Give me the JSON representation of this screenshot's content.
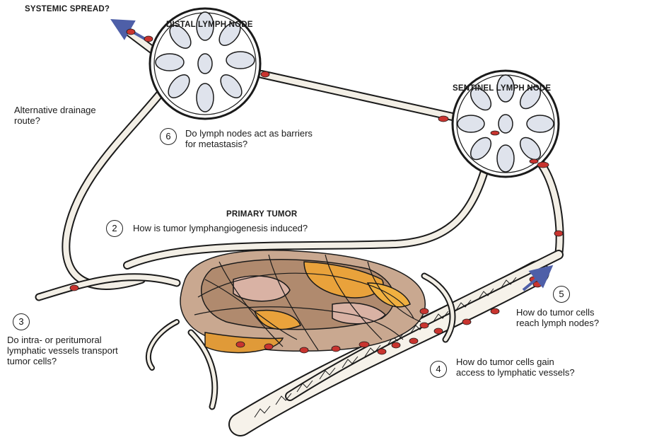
{
  "labels": {
    "systemic": "SYSTEMIC SPREAD?",
    "distal": "DISTAL LYMPH NODE",
    "sentinel": "SENTINEL LYMPH NODE",
    "primary": "PRIMARY TUMOR",
    "alternative": "Alternative drainage\nroute?"
  },
  "questions": [
    {
      "num": "6",
      "text": "Do lymph nodes act as barriers\nfor metastasis?"
    },
    {
      "num": "2",
      "text": "How is tumor lymphangiogenesis induced?"
    },
    {
      "num": "3",
      "text": "Do intra- or peritumoral\nlymphatic vessels transport\ntumor cells?"
    },
    {
      "num": "5",
      "text": "How do tumor cells\nreach lymph nodes?"
    },
    {
      "num": "4",
      "text": "How do tumor cells gain\naccess to lymphatic vessels?"
    }
  ],
  "colors": {
    "vessel": "#f3efe6",
    "outline": "#1a1a1a",
    "cell": "#c8342f",
    "node_lobe": "#dfe3ec",
    "arrow": "#4e5fa8",
    "tumor_brown": "#b7967c",
    "tumor_orange": "#e9a23b",
    "tumor_pink": "#d9b2a4"
  }
}
